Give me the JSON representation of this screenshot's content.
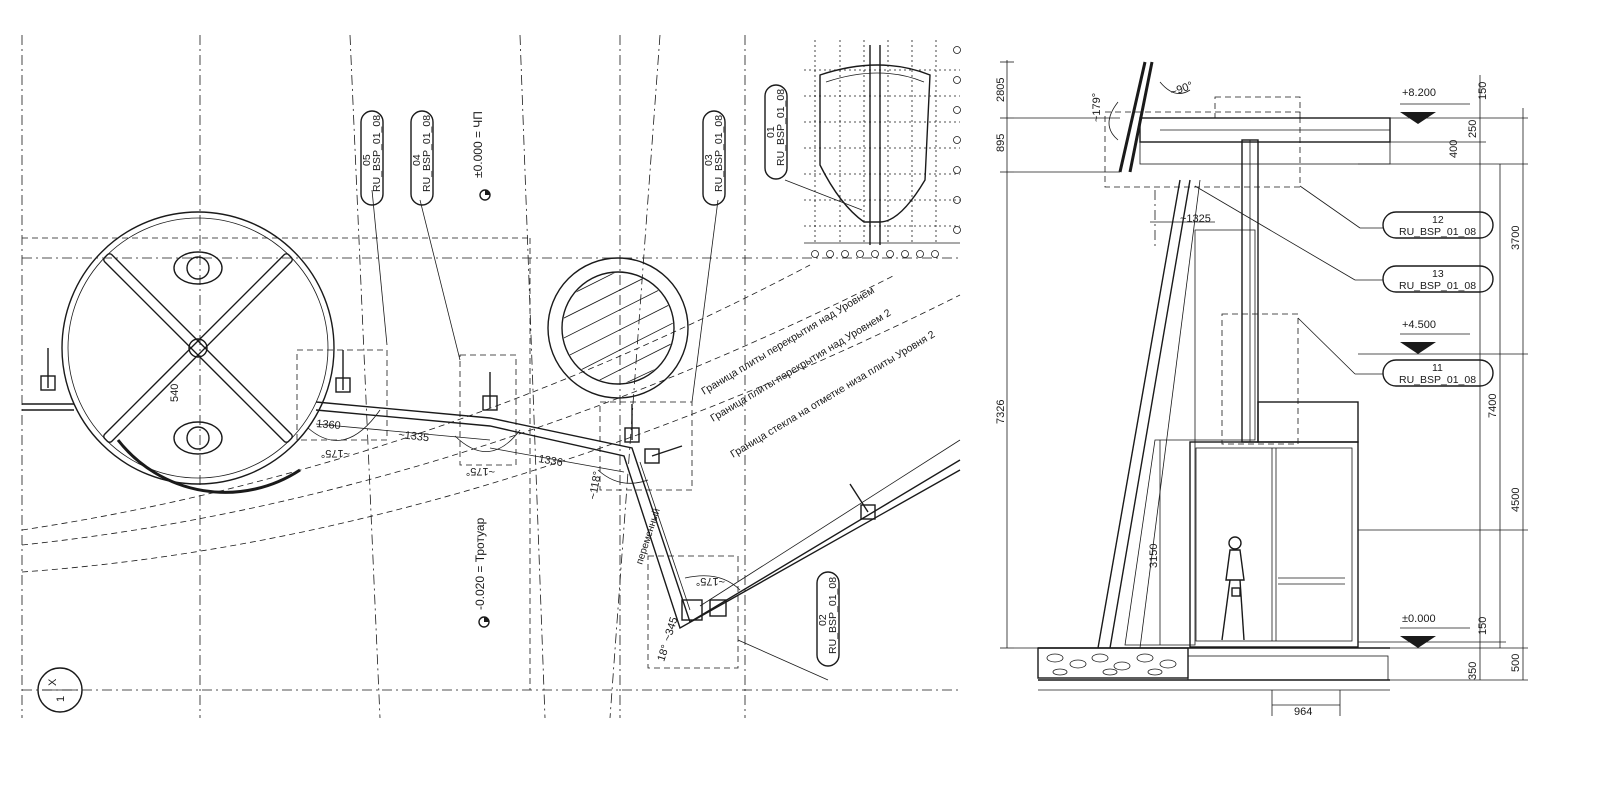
{
  "plan": {
    "tags": {
      "t05": [
        "05",
        "RU_BSP_01_08"
      ],
      "t04": [
        "04",
        "RU_BSP_01_08"
      ],
      "t03": [
        "03",
        "RU_BSP_01_08"
      ],
      "t01": [
        "01",
        "RU_BSP_01_08"
      ],
      "t02": [
        "02",
        "RU_BSP_01_08"
      ]
    },
    "levels": {
      "zero": "±0.000 = ЧП",
      "sidewalk": "-0.020 = Тротуар"
    },
    "notes": {
      "slab_level3": "Граница плиты перекрытия над Уровнем",
      "slab_level2": "Граница плиты перекрытия над Уровнем 2",
      "glass_level2": "Граница стекла на отметке низа плиты Уровня 2",
      "variable": "переменный"
    },
    "dims": {
      "d540": "540",
      "d1360": "1360",
      "d1335": "~1335",
      "d1336": "1336",
      "d175a": "~175°",
      "d175b": "~175°",
      "d175c": "~175°",
      "d118": "~118°",
      "d345": "~345",
      "d18": "18°"
    },
    "view_mark": [
      "X",
      "1"
    ]
  },
  "section": {
    "tags": [
      {
        "id": "12",
        "code": "RU_BSP_01_08"
      },
      {
        "id": "13",
        "code": "RU_BSP_01_08"
      },
      {
        "id": "11",
        "code": "RU_BSP_01_08"
      }
    ],
    "elevations": [
      "+8.200",
      "+4.500",
      "±0.000"
    ],
    "dims_left": [
      "2805",
      "895",
      "7326",
      "3150"
    ],
    "dims_right": [
      "150",
      "250",
      "400",
      "3700",
      "7400",
      "4500",
      "150",
      "500",
      "350"
    ],
    "dims_misc": [
      "~179°",
      "~90°",
      "~1325",
      "964"
    ]
  }
}
